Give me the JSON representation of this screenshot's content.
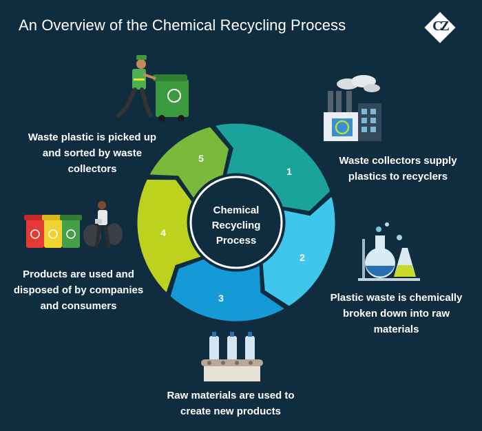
{
  "title": "An Overview of the Chemical Recycling Process",
  "logo": {
    "text": "CZ"
  },
  "center": {
    "label": "Chemical\nRecycling\nProcess"
  },
  "colors": {
    "background": "#0f2d3f",
    "step1": "#1aa39a",
    "step2": "#3ec6ec",
    "step3": "#139ad7",
    "step4": "#bdd21f",
    "step5": "#7ab93a"
  },
  "steps": [
    {
      "number": "1",
      "text": "Waste collectors supply\nplastics to recyclers",
      "icon": "factory-icon"
    },
    {
      "number": "2",
      "text": "Plastic waste is chemically\nbroken down into raw\nmaterials",
      "icon": "lab-flasks-icon"
    },
    {
      "number": "3",
      "text": "Raw materials are used to\ncreate new products",
      "icon": "bottle-conveyor-icon"
    },
    {
      "number": "4",
      "text": "Products are used and\ndisposed of by companies\nand consumers",
      "icon": "recycling-bins-icon"
    },
    {
      "number": "5",
      "text": "Waste plastic is picked up\nand sorted by waste\ncollectors",
      "icon": "waste-collector-icon"
    }
  ]
}
